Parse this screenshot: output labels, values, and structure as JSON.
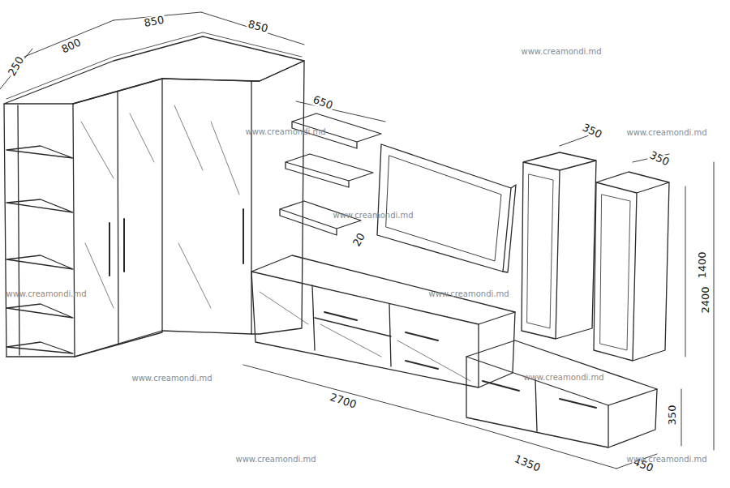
{
  "diagram": {
    "labels": [
      "250",
      "800",
      "850",
      "850",
      "650",
      "20",
      "350",
      "350",
      "1400",
      "2400",
      "2700",
      "350",
      "1350",
      "450",
      "www.creamondi.md",
      "www.creamondi.md",
      "www.creamondi.md",
      "www.creamondi.md",
      "www.creamondi.md",
      "www.creamondi.md",
      "www.creamondi.md",
      "www.creamondi.md",
      "www.creamondi.md",
      "www.creamondi.md"
    ]
  }
}
